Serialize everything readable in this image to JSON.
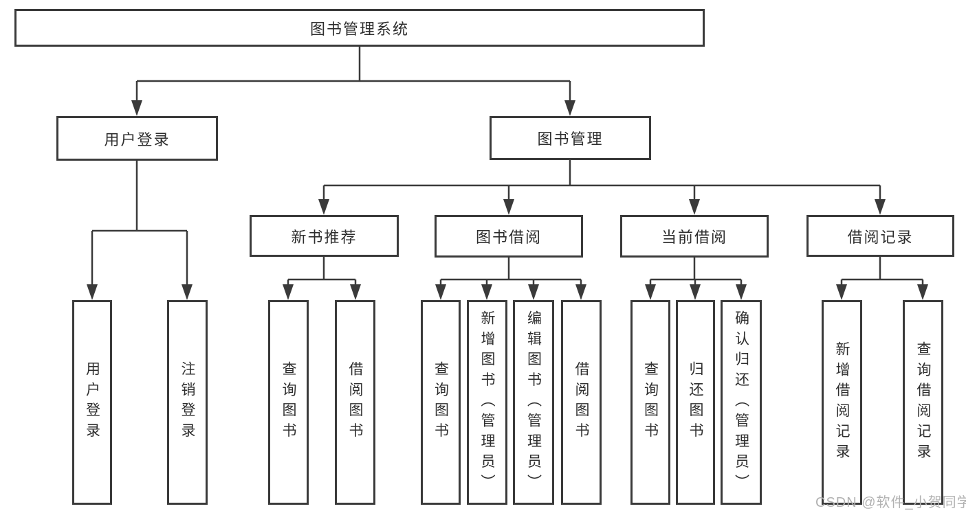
{
  "nodes": {
    "root": "图书管理系统",
    "userLogin": "用户登录",
    "bookManagement": "图书管理",
    "newBookRecommend": "新书推荐",
    "bookBorrow": "图书借阅",
    "currentBorrow": "当前借阅",
    "borrowRecords": "借阅记录",
    "leafUserLogin": "用户登录",
    "leafLogoutLogin": "注销登录",
    "recQueryBooks": "查询图书",
    "recBorrowBooks": "借阅图书",
    "bbQueryBooks": "查询图书",
    "bbAddBooks": "新增图书（管理员）",
    "bbEditBooks": "编辑图书（管理员）",
    "bbBorrowBooks": "借阅图书",
    "cbQueryBooks": "查询图书",
    "cbReturnBooks": "归还图书",
    "cbConfirmReturn": "确认归还（管理员）",
    "brAddRecord": "新增借阅记录",
    "brQueryRecord": "查询借阅记录"
  },
  "hierarchy": {
    "图书管理系统": {
      "用户登录": [
        "用户登录",
        "注销登录"
      ],
      "图书管理": {
        "新书推荐": [
          "查询图书",
          "借阅图书"
        ],
        "图书借阅": [
          "查询图书",
          "新增图书（管理员）",
          "编辑图书（管理员）",
          "借阅图书"
        ],
        "当前借阅": [
          "查询图书",
          "归还图书",
          "确认归还（管理员）"
        ],
        "借阅记录": [
          "新增借阅记录",
          "查询借阅记录"
        ]
      }
    }
  },
  "watermark": "CSDN @软件_小贺同学",
  "colors": {
    "line": "#3a3a3a",
    "text": "#2e2e2e",
    "watermark": "#b2b2b2",
    "background": "#ffffff"
  }
}
